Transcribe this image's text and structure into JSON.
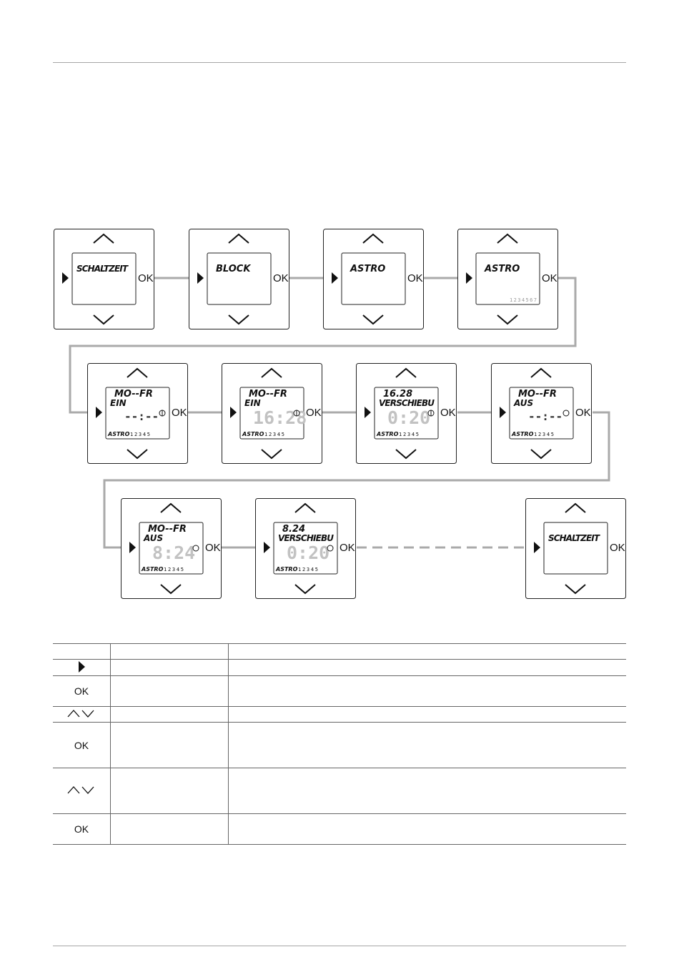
{
  "steps": [
    {
      "line1": "SCHALTZEIT",
      "line2": "",
      "time": "",
      "symbol": "",
      "footer": "",
      "footer_b": "",
      "footer_c": ""
    },
    {
      "line1": "BLOCK",
      "line2": "",
      "time": "",
      "symbol": "",
      "footer": "",
      "footer_b": "",
      "footer_c": ""
    },
    {
      "line1": "ASTRO",
      "line2": "",
      "time": "",
      "symbol": "",
      "footer": "",
      "footer_b": "",
      "footer_c": ""
    },
    {
      "line1": "ASTRO",
      "line2": "",
      "time": "",
      "symbol": "",
      "footer": "",
      "footer_b": "",
      "footer_c": "1 2 3 4 5 6 7"
    },
    {
      "line1": "MO--FR",
      "line2": "EIN",
      "time": "--:--",
      "symbol": "on",
      "footer": "ASTRO",
      "footer_b": "1 2 3 4 5",
      "footer_c": ""
    },
    {
      "line1": "MO--FR",
      "line2": "EIN",
      "time": "16:28",
      "symbol": "on",
      "footer": "ASTRO",
      "footer_b": "1 2 3 4 5",
      "footer_c": ""
    },
    {
      "line1": "16.28",
      "line2": "VERSCHIEBU",
      "time": "0:20",
      "symbol": "on",
      "footer": "ASTRO",
      "footer_b": "1 2 3 4 5",
      "footer_c": ""
    },
    {
      "line1": "MO--FR",
      "line2": "AUS",
      "time": "--:--",
      "symbol": "off",
      "footer": "ASTRO",
      "footer_b": "1 2 3 4 5",
      "footer_c": ""
    },
    {
      "line1": "MO--FR",
      "line2": "AUS",
      "time": "8:24",
      "symbol": "off",
      "footer": "ASTRO",
      "footer_b": "1 2 3 4 5",
      "footer_c": ""
    },
    {
      "line1": "8.24",
      "line2": "VERSCHIEBU",
      "time": "0:20",
      "symbol": "off",
      "footer": "ASTRO",
      "footer_b": "1 2 3 4 5",
      "footer_c": ""
    },
    {
      "line1": "SCHALTZEIT",
      "line2": "",
      "time": "",
      "symbol": "",
      "footer": "",
      "footer_b": "",
      "footer_c": ""
    }
  ],
  "ok_label": "OK",
  "legend": {
    "rows": [
      {
        "icon": "header",
        "text1": "",
        "text2": ""
      },
      {
        "icon": "arrow-right",
        "text1": "",
        "text2": ""
      },
      {
        "icon": "ok",
        "label": "OK",
        "text1": "",
        "text2": ""
      },
      {
        "icon": "up-down",
        "text1": "",
        "text2": ""
      },
      {
        "icon": "ok",
        "label": "OK",
        "text1": "",
        "text2": ""
      },
      {
        "icon": "up-down",
        "text1": "",
        "text2": ""
      },
      {
        "icon": "ok",
        "label": "OK",
        "text1": "",
        "text2": ""
      }
    ]
  }
}
